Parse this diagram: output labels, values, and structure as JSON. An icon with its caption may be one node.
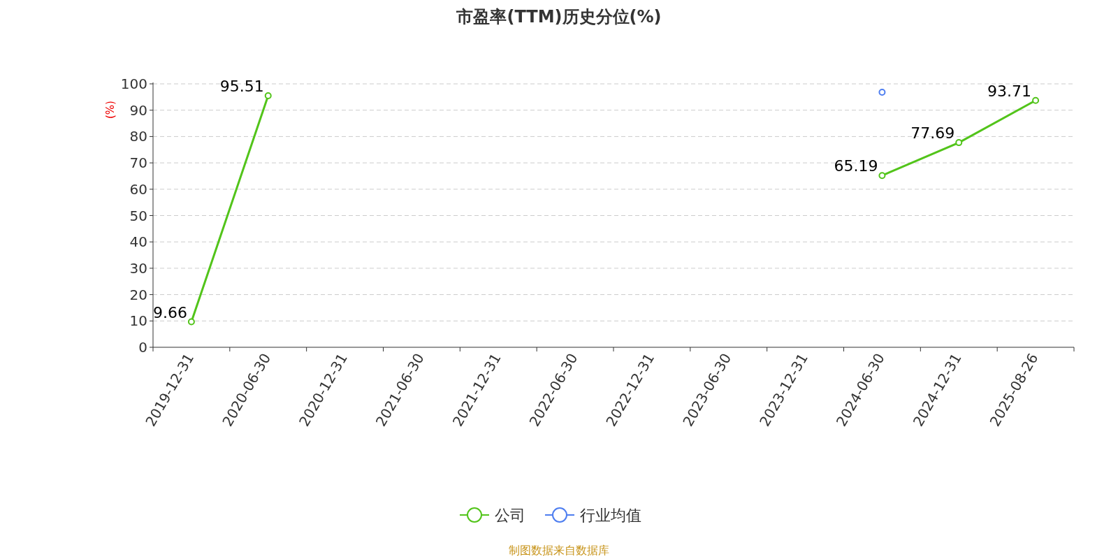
{
  "diagram": {
    "caption": "制图数据来自数据库",
    "chart_data": {
      "type": "line",
      "title": "市盈率(TTM)历史分位(%)",
      "ylabel": "(%)",
      "categories": [
        "2019-12-31",
        "2020-06-30",
        "2020-12-31",
        "2021-06-30",
        "2021-12-31",
        "2022-06-30",
        "2022-12-31",
        "2023-06-30",
        "2023-12-31",
        "2024-06-30",
        "2024-12-31",
        "2025-08-26"
      ],
      "series": [
        {
          "name": "公司",
          "color": "#52c41a",
          "marker": "circle",
          "values": [
            9.66,
            95.51,
            null,
            null,
            null,
            null,
            null,
            null,
            null,
            65.19,
            77.69,
            93.71
          ]
        },
        {
          "name": "行业均值",
          "color": "#4e7ef0",
          "marker": "circle",
          "values": [
            null,
            null,
            null,
            null,
            null,
            null,
            null,
            null,
            null,
            96.8,
            null,
            null
          ]
        }
      ],
      "ylim": [
        0,
        100
      ],
      "yticks": [
        0,
        10,
        20,
        30,
        40,
        50,
        60,
        70,
        80,
        90,
        100
      ],
      "grid": true,
      "legend": "bottom",
      "value_labels": [
        [
          "9.66",
          "95.51",
          null,
          null,
          null,
          null,
          null,
          null,
          null,
          "65.19",
          "77.69",
          "93.71"
        ],
        [
          null,
          null,
          null,
          null,
          null,
          null,
          null,
          null,
          null,
          null,
          null,
          null
        ]
      ]
    }
  }
}
